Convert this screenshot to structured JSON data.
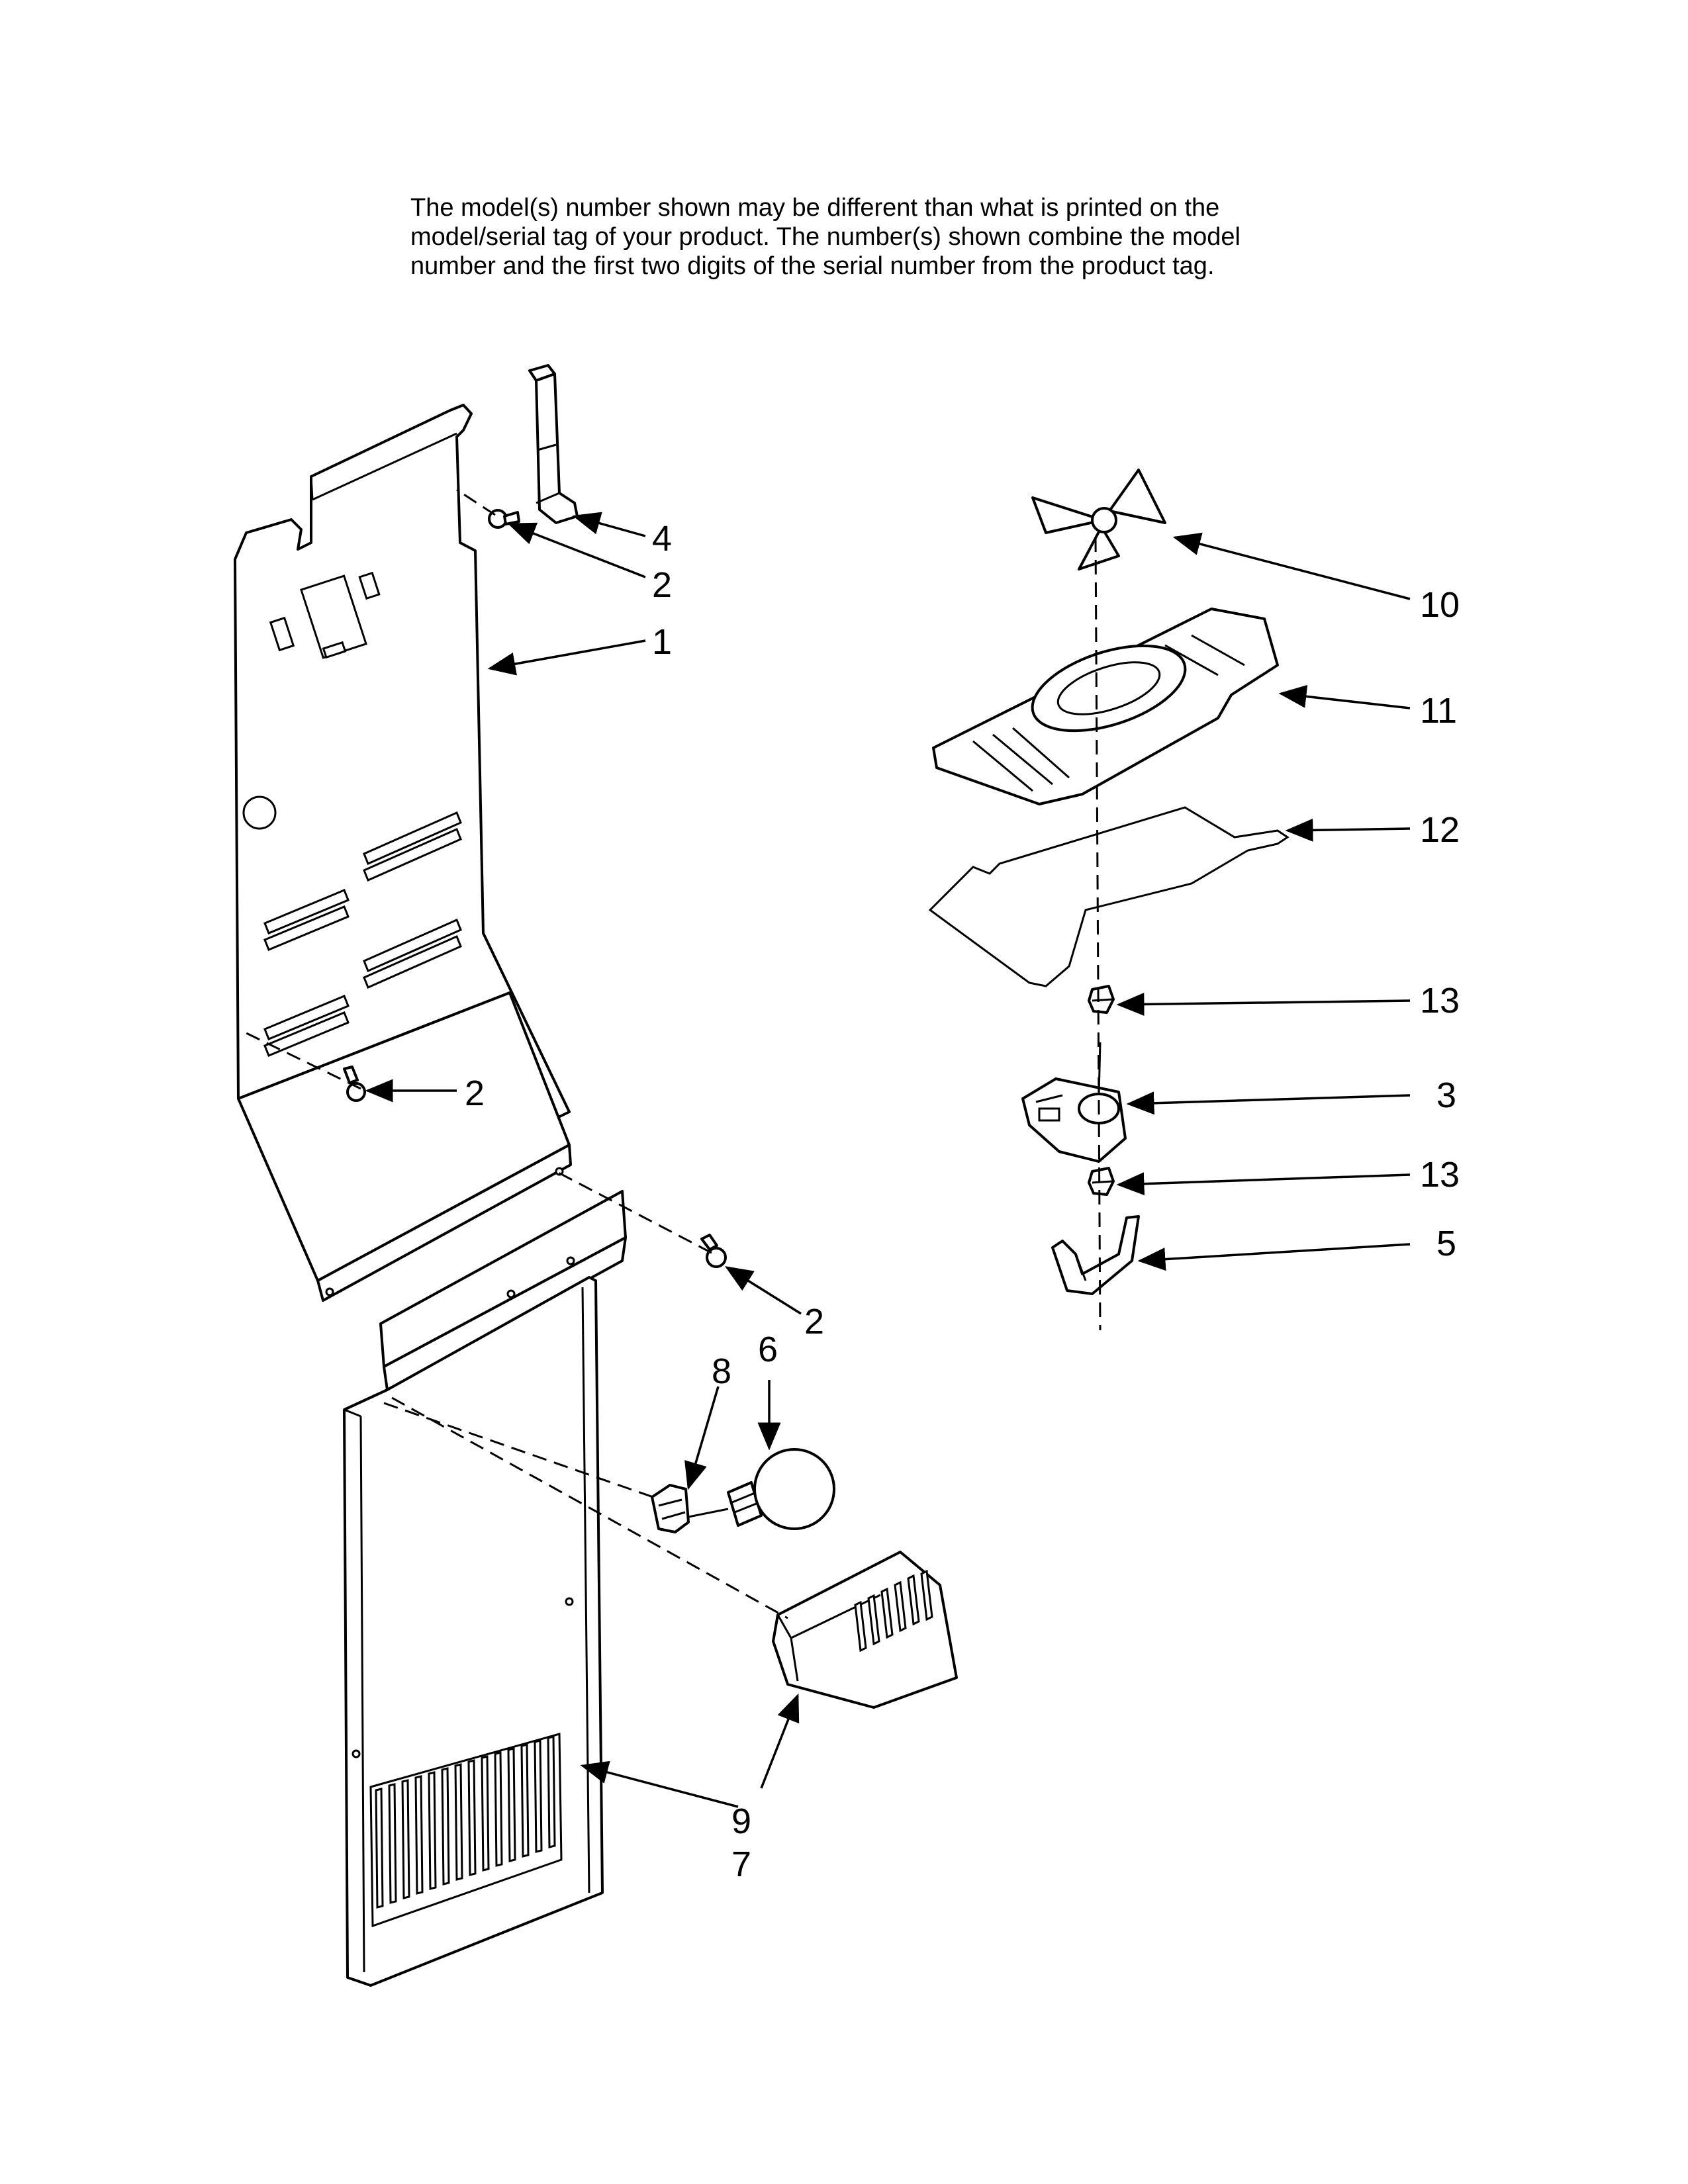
{
  "note": {
    "line1": "The model(s) number shown may be different than what is printed on the",
    "line2": "model/serial tag of your product. The number(s) shown combine the model",
    "line3": "number and the first two digits of the serial number from the product tag."
  },
  "callouts": {
    "c1": "1",
    "c2a": "2",
    "c2b": "2",
    "c2c": "2",
    "c3": "3",
    "c4": "4",
    "c5": "5",
    "c6": "6",
    "c7": "7",
    "c8": "8",
    "c9": "9",
    "c10": "10",
    "c11": "11",
    "c12": "12",
    "c13a": "13",
    "c13b": "13"
  }
}
